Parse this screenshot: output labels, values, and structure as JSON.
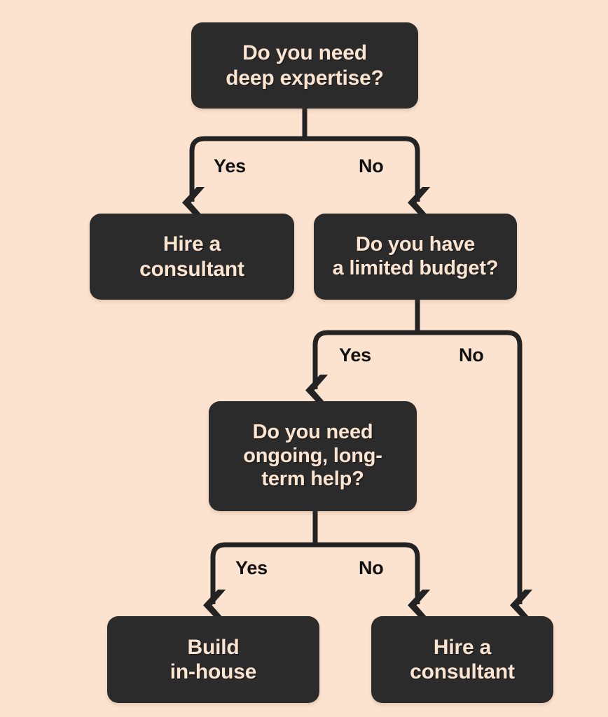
{
  "theme": {
    "background_color": "#FCE3CF",
    "node_fill_color": "#2B2B2B",
    "node_text_color": "#FBE4D0",
    "connector_color": "#232323",
    "branch_label_color": "#111111"
  },
  "chart_data": {
    "type": "diagram",
    "diagram_kind": "decision-flowchart",
    "title": "",
    "nodes": [
      {
        "id": "expertise",
        "kind": "decision",
        "label": "Do you need\ndeep expertise?"
      },
      {
        "id": "hire-1",
        "kind": "outcome",
        "label": "Hire a\nconsultant"
      },
      {
        "id": "budget",
        "kind": "decision",
        "label": "Do you have\na limited budget?"
      },
      {
        "id": "ongoing",
        "kind": "decision",
        "label": "Do you need\nongoing, long-\nterm help?"
      },
      {
        "id": "build",
        "kind": "outcome",
        "label": "Build\nin-house"
      },
      {
        "id": "hire-2",
        "kind": "outcome",
        "label": "Hire a\nconsultant"
      }
    ],
    "edges": [
      {
        "from": "expertise",
        "to": "hire-1",
        "label": "Yes"
      },
      {
        "from": "expertise",
        "to": "budget",
        "label": "No"
      },
      {
        "from": "budget",
        "to": "ongoing",
        "label": "Yes"
      },
      {
        "from": "budget",
        "to": "hire-2",
        "label": "No"
      },
      {
        "from": "ongoing",
        "to": "build",
        "label": "Yes"
      },
      {
        "from": "ongoing",
        "to": "hire-2",
        "label": "No"
      }
    ]
  },
  "nodes": {
    "expertise": {
      "label": "Do you need\ndeep expertise?"
    },
    "hire_1": {
      "label": "Hire a\nconsultant"
    },
    "budget": {
      "label": "Do you have\na limited budget?"
    },
    "ongoing": {
      "label": "Do you need\nongoing, long-\nterm help?"
    },
    "build": {
      "label": "Build\nin-house"
    },
    "hire_2": {
      "label": "Hire a\nconsultant"
    }
  },
  "branch_labels": {
    "expertise_yes": "Yes",
    "expertise_no": "No",
    "budget_yes": "Yes",
    "budget_no": "No",
    "ongoing_yes": "Yes",
    "ongoing_no": "No"
  }
}
